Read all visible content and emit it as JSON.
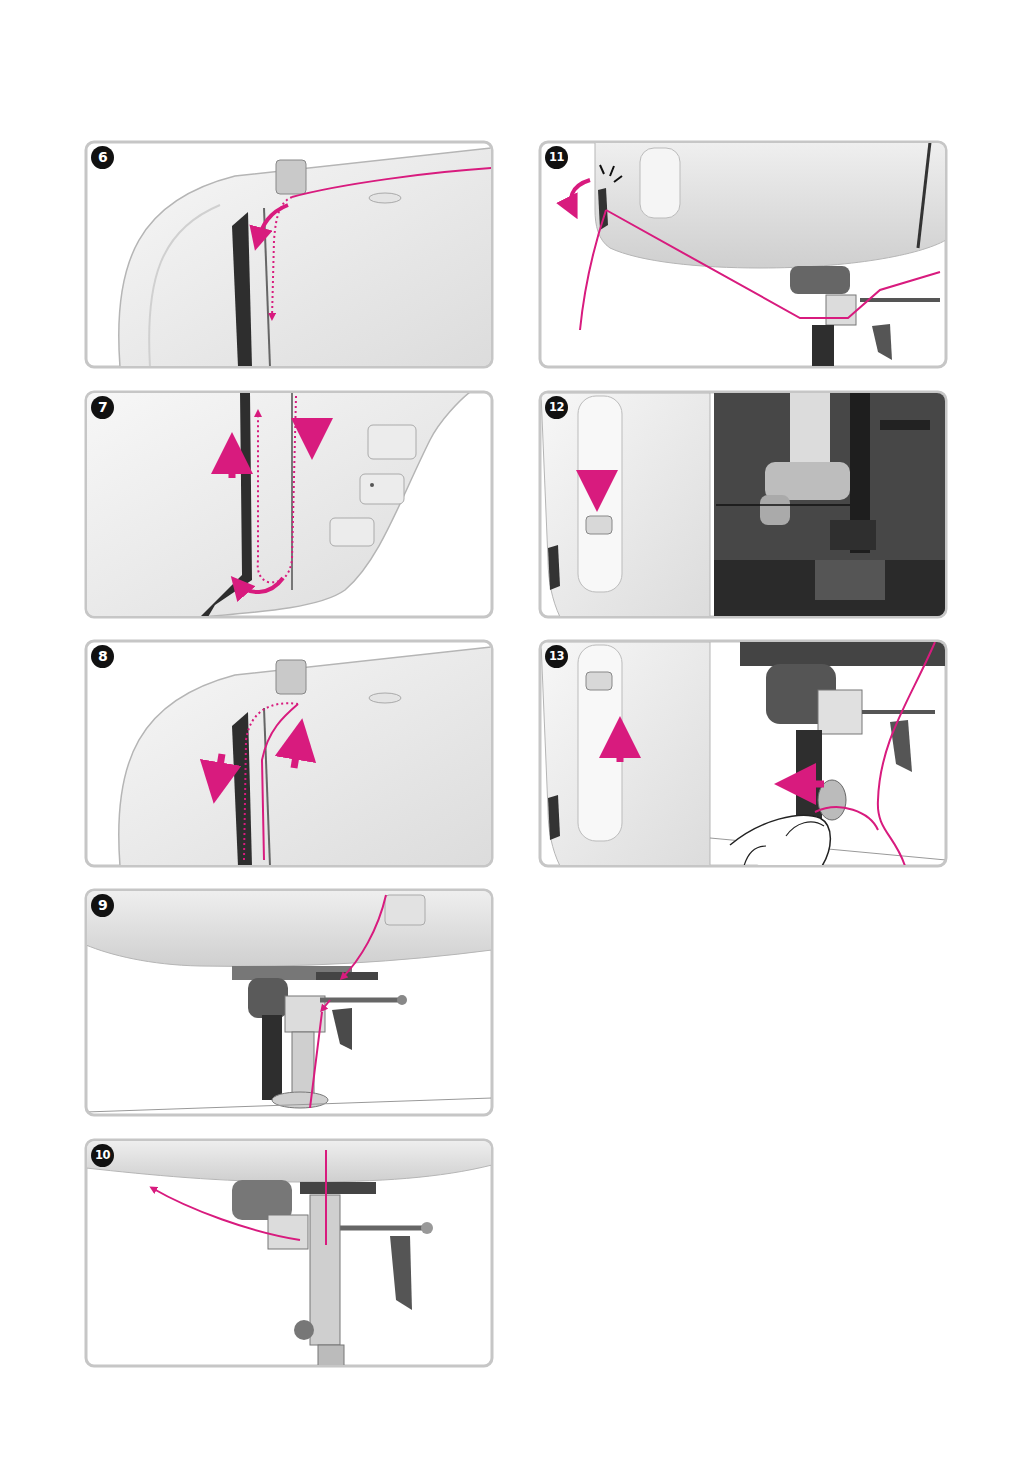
{
  "diagram": {
    "labels": [
      "6",
      "7",
      "8",
      "9",
      "10",
      "11",
      "12",
      "13"
    ]
  }
}
